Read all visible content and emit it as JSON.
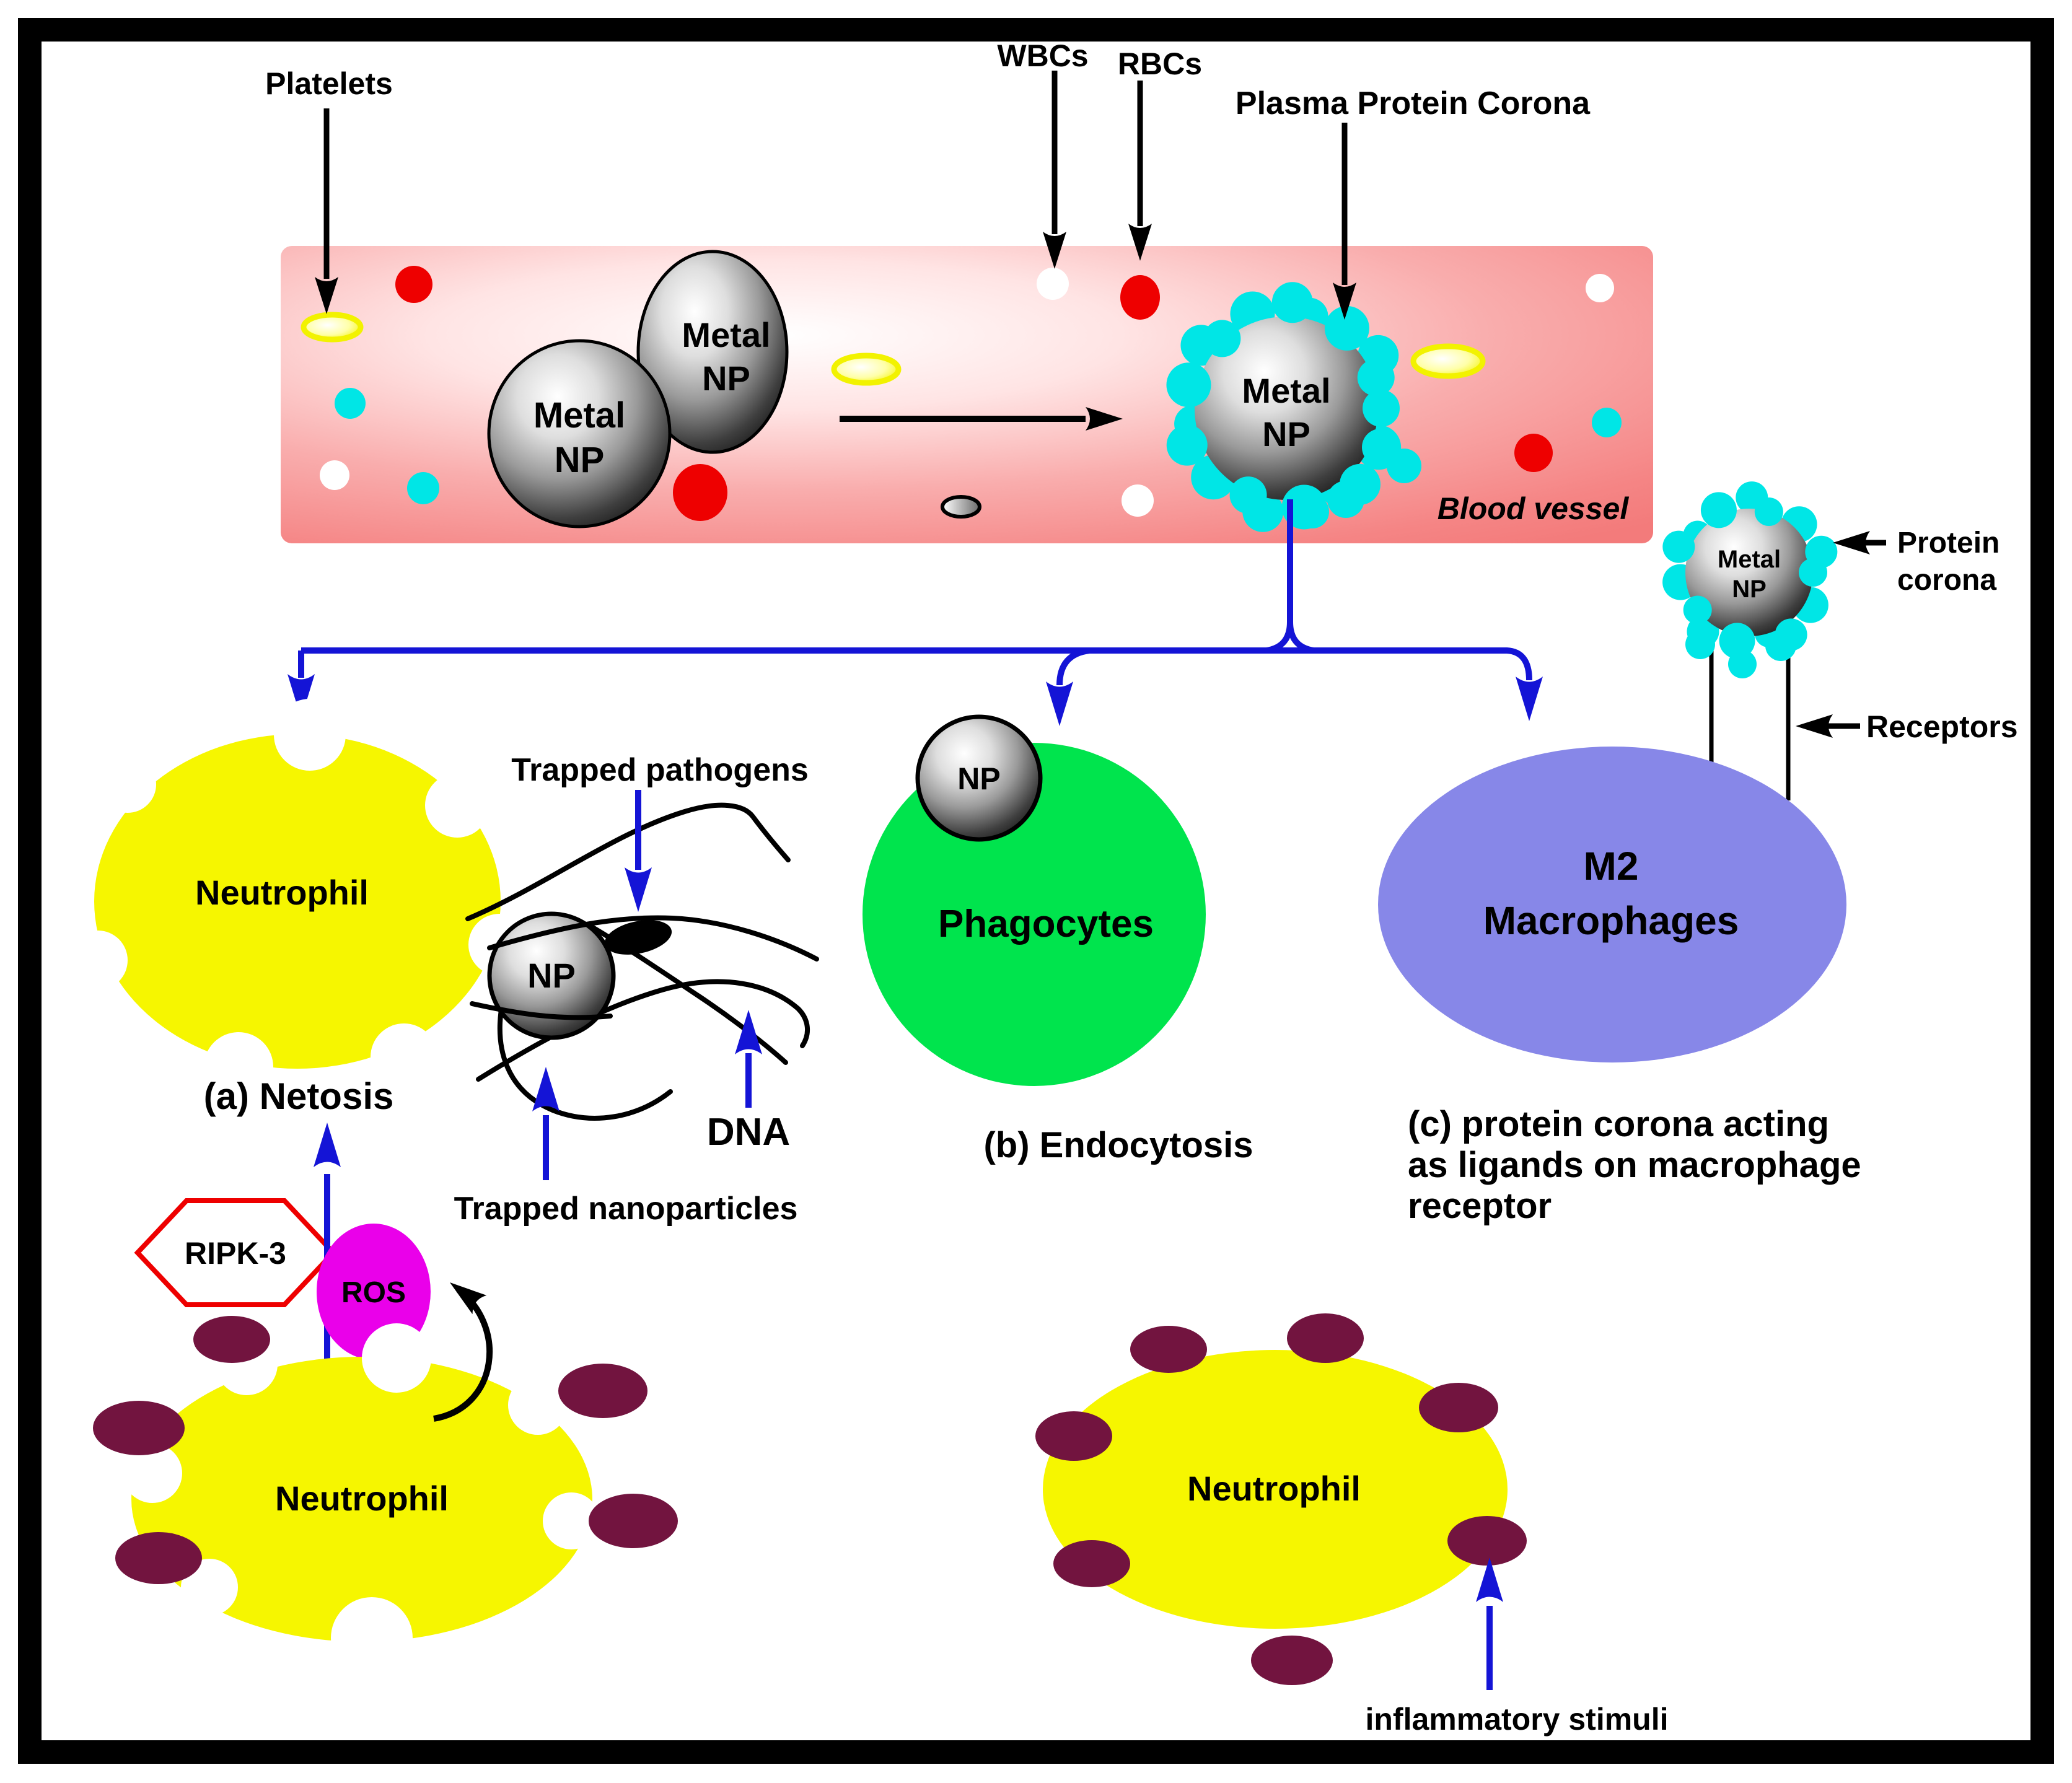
{
  "labels": {
    "platelets": "Platelets",
    "wbcs": "WBCs",
    "rbcs": "RBCs",
    "plasma_protein_corona": "Plasma Protein Corona",
    "blood_vessel": "Blood vessel",
    "metal_np_line1": "Metal",
    "metal_np_line2": "NP",
    "np": "NP",
    "protein_corona_line1": "Protein",
    "protein_corona_line2": "corona",
    "receptors": "Receptors",
    "trapped_pathogens": "Trapped pathogens",
    "dna": "DNA",
    "trapped_nanoparticles": "Trapped nanoparticles",
    "neutrophil": "Neutrophil",
    "netosis_title": "(a) Netosis",
    "phagocytes": "Phagocytes",
    "endocytosis_title": "(b) Endocytosis",
    "m2_line1": "M2",
    "m2_line2": "Macrophages",
    "c_title_line1": "(c) protein corona acting",
    "c_title_line2": "as ligands on macrophage",
    "c_title_line3": "receptor",
    "ripk3": "RIPK-3",
    "ros": "ROS",
    "inflammatory_stimuli": "inflammatory stimuli"
  },
  "colors": {
    "arrow_blue": "#1414d6",
    "corona_cyan": "#00e6e6",
    "rbc_red": "#ee0000",
    "phagocyte_green": "#00e44d",
    "macrophage_purple": "#8787e8",
    "ros_magenta": "#ea00ea",
    "granule_maroon": "#72143f",
    "neutrophil_yellow": "#f6f600",
    "vessel_pink": "#f58b8b",
    "ripk3_border_red": "#ee0000"
  }
}
